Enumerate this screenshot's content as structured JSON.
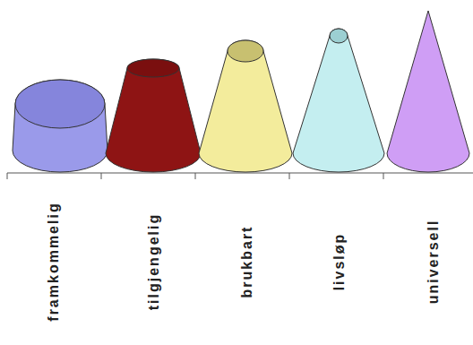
{
  "diagram": {
    "nodes": [
      {
        "text": [
          "framkommelig"
        ]
      },
      {
        "text": [
          "tilgjengelig"
        ]
      },
      {
        "text": [
          "brukbart"
        ]
      },
      {
        "text": [
          "livsløp"
        ]
      },
      {
        "text": [
          "universell"
        ]
      }
    ]
  }
}
